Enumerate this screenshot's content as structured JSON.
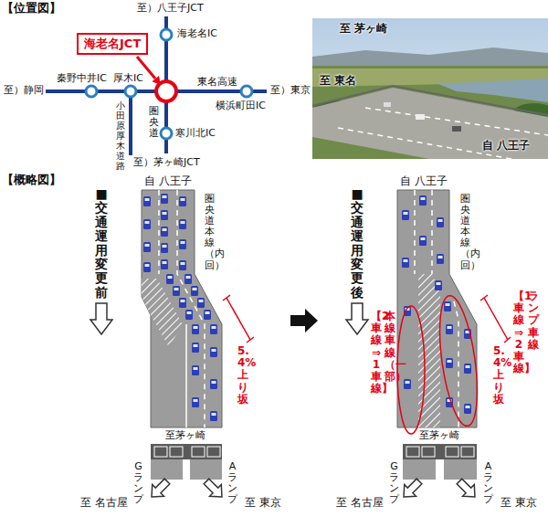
{
  "diagram": {
    "nodes": [
      {
        "text": [
          "海老名JCT"
        ]
      }
    ],
    "labels": [
      "【位置図】",
      "至）八王子JCT",
      "海老名IC",
      "秦野中井IC",
      "厚木IC",
      "至）静岡",
      "東名高速",
      "至）東京",
      "横浜町田IC",
      "小田原厚木道路",
      "圏央道",
      "寒川北IC",
      "至）茅ヶ崎JCT",
      "至 茅ヶ崎",
      "至 東名",
      "自 八王子",
      "【概略図】",
      "■交通運用変更前",
      "自 八王子",
      "圏央道本線（内回）",
      "5.4%上り坂",
      "至茅ヶ崎",
      "Gランプ",
      "Aランプ",
      "至 名古屋",
      "至 東京",
      "■交通運用変更後",
      "自 八王子",
      "圏央道本線（内回）",
      "本線車線（一部）",
      "【2車線⇒1車線】",
      "ランプ車線",
      "【1車線⇒2車線】",
      "5.4%上り坂",
      "至茅ヶ崎",
      "Gランプ",
      "Aランプ",
      "至 名古屋",
      "至 東京"
    ]
  }
}
